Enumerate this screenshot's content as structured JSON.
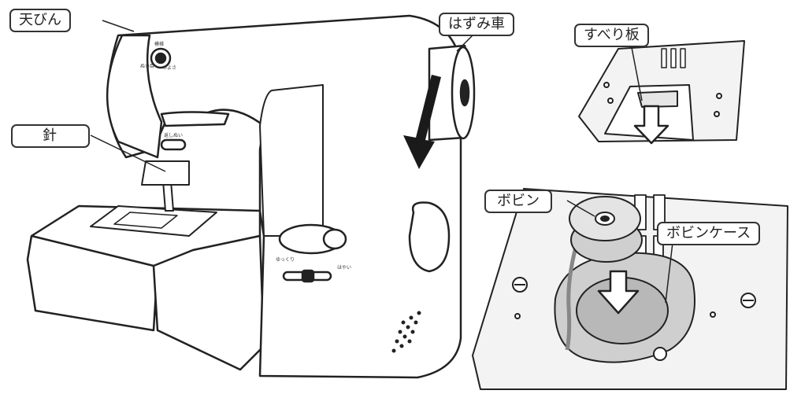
{
  "labels": {
    "tenbin": "天びん",
    "hari": "針",
    "hazumi": "はずみ車",
    "suberi": "すべり板",
    "bobbin": "ボビン",
    "bobbin_case": "ボビンケース"
  },
  "machine_text": {
    "dial_upper": "模様",
    "dial_left": "ぬい目",
    "dial_right": "つよさ",
    "speed_slow": "ゆっくり",
    "speed_fast": "はやい",
    "reverse_label": "返しぬい"
  },
  "colors": {
    "stroke": "#222222",
    "panel_fill": "#f3f3f3",
    "bobbin_fill": "#cfcfcf",
    "arrow_fill": "#1a1a1a"
  }
}
